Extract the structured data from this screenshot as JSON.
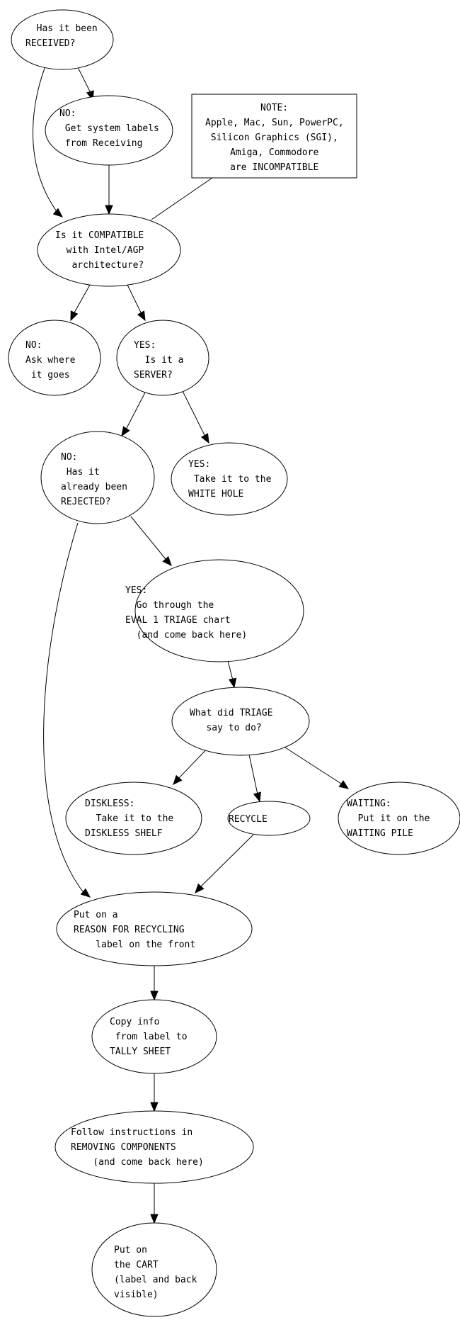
{
  "diagram": {
    "title": "Equipment intake flowchart",
    "nodes": [
      {
        "id": "received",
        "shape": "ellipse",
        "lines": [
          "  Has it been",
          "RECEIVED?"
        ]
      },
      {
        "id": "get-labels",
        "shape": "ellipse",
        "lines": [
          "NO:",
          " Get system labels",
          " from Receiving"
        ]
      },
      {
        "id": "note",
        "shape": "box",
        "lines": [
          "NOTE:",
          "Apple, Mac, Sun, PowerPC,",
          "  Silicon Graphics (SGI),",
          "  Amiga, Commodore",
          "are INCOMPATIBLE"
        ]
      },
      {
        "id": "compatible",
        "shape": "ellipse",
        "lines": [
          "Is it COMPATIBLE",
          "  with Intel/AGP",
          "   architecture?"
        ]
      },
      {
        "id": "ask-where",
        "shape": "ellipse",
        "lines": [
          "NO:",
          "Ask where",
          " it goes"
        ]
      },
      {
        "id": "server",
        "shape": "ellipse",
        "lines": [
          "YES:",
          "  Is it a",
          "SERVER?"
        ]
      },
      {
        "id": "rejected",
        "shape": "ellipse",
        "lines": [
          "NO:",
          " Has it",
          "already been",
          "REJECTED?"
        ]
      },
      {
        "id": "white-hole",
        "shape": "ellipse",
        "lines": [
          "YES:",
          " Take it to the",
          "WHITE HOLE"
        ]
      },
      {
        "id": "eval-triage",
        "shape": "ellipse",
        "lines": [
          "YES:",
          "  Go through the",
          "EVAL 1 TRIAGE chart",
          "  (and come back here)"
        ]
      },
      {
        "id": "triage-say",
        "shape": "ellipse",
        "lines": [
          "What did TRIAGE",
          "   say to do?"
        ]
      },
      {
        "id": "diskless",
        "shape": "ellipse",
        "lines": [
          "DISKLESS:",
          "  Take it to the",
          "DISKLESS SHELF"
        ]
      },
      {
        "id": "recycle",
        "shape": "ellipse",
        "lines": [
          "RECYCLE"
        ]
      },
      {
        "id": "waiting",
        "shape": "ellipse",
        "lines": [
          "WAITING:",
          "  Put it on the",
          "WAITING PILE"
        ]
      },
      {
        "id": "reason-label",
        "shape": "ellipse",
        "lines": [
          "Put on a",
          "REASON FOR RECYCLING",
          "    label on the front"
        ]
      },
      {
        "id": "tally",
        "shape": "ellipse",
        "lines": [
          "Copy info",
          " from label to",
          "TALLY SHEET"
        ]
      },
      {
        "id": "removing",
        "shape": "ellipse",
        "lines": [
          "Follow instructions in",
          "REMOVING COMPONENTS",
          "    (and come back here)"
        ]
      },
      {
        "id": "cart",
        "shape": "ellipse",
        "lines": [
          "Put on",
          "the CART",
          "(label and back",
          "visible)"
        ]
      }
    ],
    "edges": [
      {
        "from": "received",
        "to": "get-labels",
        "arrow": true
      },
      {
        "from": "received",
        "to": "compatible",
        "arrow": true
      },
      {
        "from": "get-labels",
        "to": "compatible",
        "arrow": true
      },
      {
        "from": "note",
        "to": "compatible",
        "arrow": false
      },
      {
        "from": "compatible",
        "to": "ask-where",
        "arrow": true
      },
      {
        "from": "compatible",
        "to": "server",
        "arrow": true
      },
      {
        "from": "server",
        "to": "rejected",
        "arrow": true
      },
      {
        "from": "server",
        "to": "white-hole",
        "arrow": true
      },
      {
        "from": "rejected",
        "to": "eval-triage",
        "arrow": true
      },
      {
        "from": "rejected",
        "to": "reason-label",
        "arrow": true
      },
      {
        "from": "eval-triage",
        "to": "triage-say",
        "arrow": true
      },
      {
        "from": "triage-say",
        "to": "diskless",
        "arrow": true
      },
      {
        "from": "triage-say",
        "to": "recycle",
        "arrow": true
      },
      {
        "from": "triage-say",
        "to": "waiting",
        "arrow": true
      },
      {
        "from": "recycle",
        "to": "reason-label",
        "arrow": true
      },
      {
        "from": "reason-label",
        "to": "tally",
        "arrow": true
      },
      {
        "from": "tally",
        "to": "removing",
        "arrow": true
      },
      {
        "from": "removing",
        "to": "cart",
        "arrow": true
      }
    ]
  }
}
